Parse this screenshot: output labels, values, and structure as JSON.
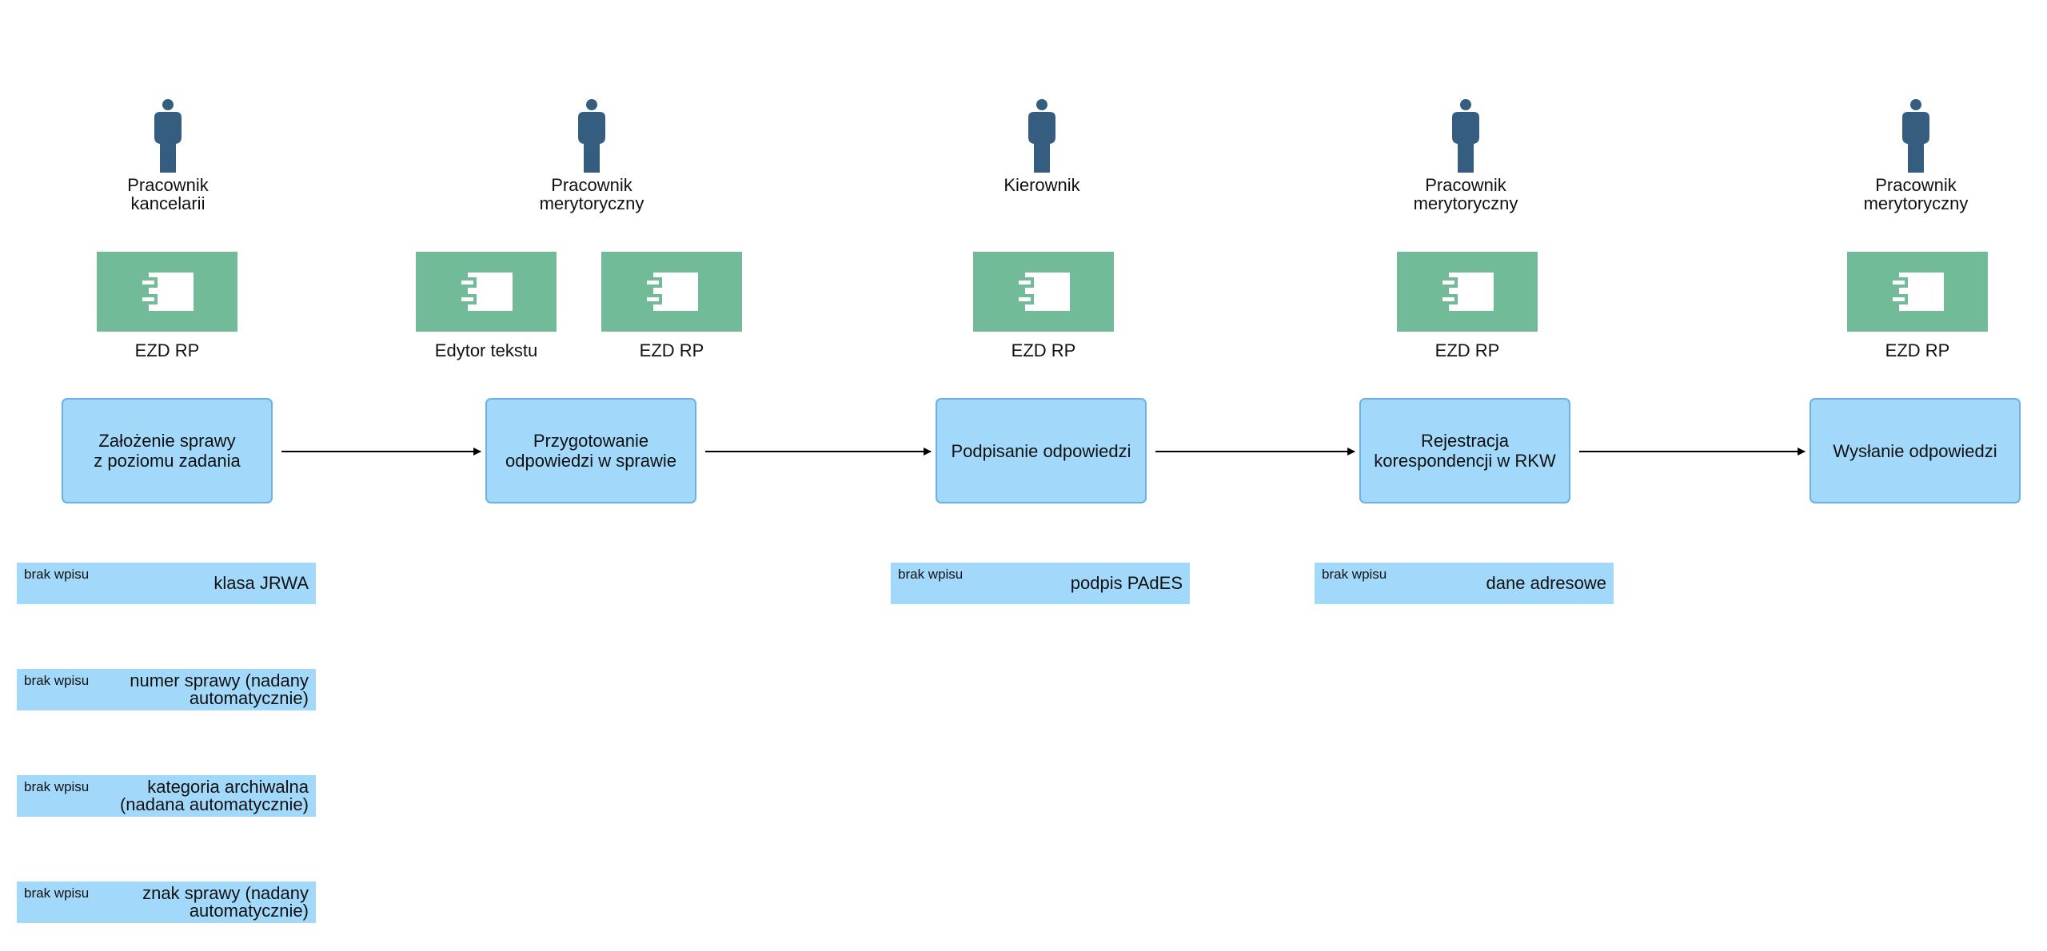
{
  "colors": {
    "actor": "#345d80",
    "application": "#71bb98",
    "process_fill": "#a2d9fb",
    "process_border": "#6cb1e6",
    "entry_fill": "#a2d9fb"
  },
  "actors": [
    {
      "label": "Pracownik\nkancelarii",
      "icon": "person-icon"
    },
    {
      "label": "Pracownik\nmerytoryczny",
      "icon": "person-icon"
    },
    {
      "label": "Kierownik",
      "icon": "person-icon"
    },
    {
      "label": "Pracownik\nmerytoryczny",
      "icon": "person-icon"
    },
    {
      "label": "Pracownik\nmerytoryczny",
      "icon": "person-icon"
    }
  ],
  "applications": [
    {
      "label": "EZD RP",
      "icon": "application-component-icon"
    },
    {
      "label": "Edytor tekstu",
      "icon": "application-component-icon"
    },
    {
      "label": "EZD RP",
      "icon": "application-component-icon"
    },
    {
      "label": "EZD RP",
      "icon": "application-component-icon"
    },
    {
      "label": "EZD RP",
      "icon": "application-component-icon"
    },
    {
      "label": "EZD RP",
      "icon": "application-component-icon"
    }
  ],
  "processes": [
    {
      "label": "Założenie sprawy\nz poziomu zadania"
    },
    {
      "label": "Przygotowanie\nodpowiedzi w sprawie"
    },
    {
      "label": "Podpisanie odpowiedzi"
    },
    {
      "label": "Rejestracja\nkorespondencji w RKW"
    },
    {
      "label": "Wysłanie odpowiedzi"
    }
  ],
  "data_entries": [
    {
      "status": "brak wpisu",
      "field": "klasa JRWA"
    },
    {
      "status": "brak wpisu",
      "field": "numer sprawy (nadany\nautomatycznie)"
    },
    {
      "status": "brak wpisu",
      "field": "kategoria archiwalna\n(nadana automatycznie)"
    },
    {
      "status": "brak wpisu",
      "field": "znak sprawy (nadany\nautomatycznie)"
    },
    {
      "status": "brak wpisu",
      "field": "podpis PAdES"
    },
    {
      "status": "brak wpisu",
      "field": "dane adresowe"
    }
  ]
}
